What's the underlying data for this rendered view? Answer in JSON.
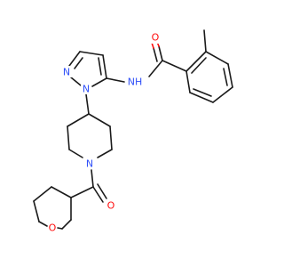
{
  "atoms": [
    {
      "id": "o_carbonyl_top",
      "element": "O",
      "label": "O",
      "color": "#ff0d0d"
    },
    {
      "id": "nh_amide",
      "element": "N",
      "label": "NH",
      "color": "#3050f8"
    },
    {
      "id": "n_pyrazole_2",
      "element": "N",
      "label": "N",
      "color": "#3050f8"
    },
    {
      "id": "n_pyrazole_1",
      "element": "N",
      "label": "N",
      "color": "#3050f8"
    },
    {
      "id": "n_piperidine",
      "element": "N",
      "label": "N",
      "color": "#3050f8"
    },
    {
      "id": "o_carbonyl_bottom",
      "element": "O",
      "label": "O",
      "color": "#ff0d0d"
    },
    {
      "id": "o_oxolane",
      "element": "O",
      "label": "O",
      "color": "#ff0d0d"
    }
  ],
  "colors": {
    "carbon_bond": "#1a1a1a",
    "nitrogen": "#3050f8",
    "oxygen": "#ff0d0d",
    "background": "#ffffff"
  }
}
